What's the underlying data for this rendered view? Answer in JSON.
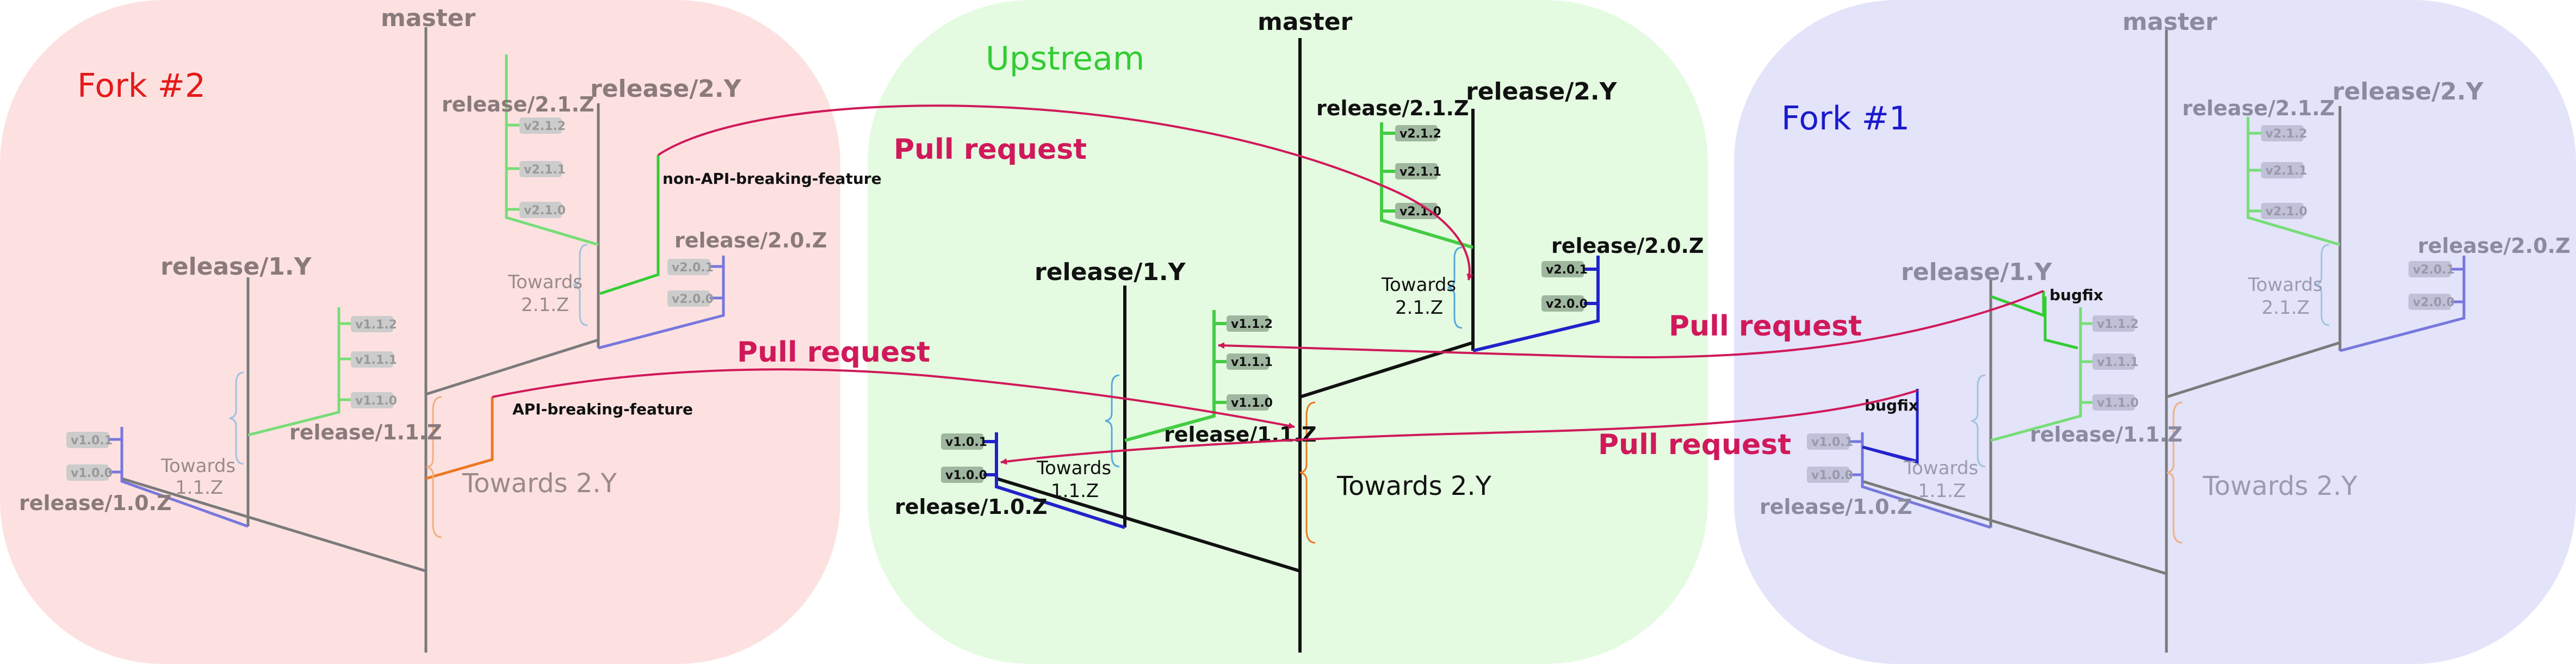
{
  "colors": {
    "fork2_bg": "#fde1e1",
    "upstream_bg": "#e4fbe1",
    "fork1_bg": "#e3e3fa",
    "fork2_title": "#e51a1a",
    "upstream_title": "#33cc33",
    "fork1_title": "#1a1acc",
    "pull_request": "#d0195a",
    "branch_green": "#44cc44",
    "branch_blue": "#2222cc",
    "branch_orange": "#ee7722",
    "brace_blue": "#66aadd"
  },
  "panels": {
    "fork2": {
      "title": "Fork #2",
      "master": "master",
      "release_2y": "release/2.Y",
      "release_21z": "release/2.1.Z",
      "release_20z": "release/2.0.Z",
      "release_1y": "release/1.Y",
      "release_11z": "release/1.1.Z",
      "release_10z": "release/1.0.Z",
      "towards_21z": [
        "Towards",
        "2.1.Z"
      ],
      "towards_11z": [
        "Towards",
        "1.1.Z"
      ],
      "towards_2y": "Towards 2.Y",
      "feature_top": "non-API-breaking-feature",
      "feature_bottom": "API-breaking-feature",
      "tags_212": "v2.1.2",
      "tags_211": "v2.1.1",
      "tags_210": "v2.1.0",
      "tags_201": "v2.0.1",
      "tags_200": "v2.0.0",
      "tags_112": "v1.1.2",
      "tags_111": "v1.1.1",
      "tags_110": "v1.1.0",
      "tags_101": "v1.0.1",
      "tags_100": "v1.0.0"
    },
    "upstream": {
      "title": "Upstream",
      "master": "master",
      "release_2y": "release/2.Y",
      "release_21z": "release/2.1.Z",
      "release_20z": "release/2.0.Z",
      "release_1y": "release/1.Y",
      "release_11z": "release/1.1.Z",
      "release_10z": "release/1.0.Z",
      "towards_21z": [
        "Towards",
        "2.1.Z"
      ],
      "towards_11z": [
        "Towards",
        "1.1.Z"
      ],
      "towards_2y": "Towards 2.Y",
      "tags_212": "v2.1.2",
      "tags_211": "v2.1.1",
      "tags_210": "v2.1.0",
      "tags_201": "v2.0.1",
      "tags_200": "v2.0.0",
      "tags_112": "v1.1.2",
      "tags_111": "v1.1.1",
      "tags_110": "v1.1.0",
      "tags_101": "v1.0.1",
      "tags_100": "v1.0.0"
    },
    "fork1": {
      "title": "Fork #1",
      "master": "master",
      "release_2y": "release/2.Y",
      "release_21z": "release/2.1.Z",
      "release_20z": "release/2.0.Z",
      "release_1y": "release/1.Y",
      "release_11z": "release/1.1.Z",
      "release_10z": "release/1.0.Z",
      "towards_21z": [
        "Towards",
        "2.1.Z"
      ],
      "towards_11z": [
        "Towards",
        "1.1.Z"
      ],
      "towards_2y": "Towards 2.Y",
      "bugfix_top": "bugfix",
      "bugfix_bottom": "bugfix",
      "tags_212": "v2.1.2",
      "tags_211": "v2.1.1",
      "tags_210": "v2.1.0",
      "tags_201": "v2.0.1",
      "tags_200": "v2.0.0",
      "tags_112": "v1.1.2",
      "tags_111": "v1.1.1",
      "tags_110": "v1.1.0",
      "tags_101": "v1.0.1",
      "tags_100": "v1.0.0"
    }
  },
  "pull_requests": {
    "pr1": "Pull request",
    "pr2": "Pull request",
    "pr3": "Pull request",
    "pr4": "Pull request"
  }
}
